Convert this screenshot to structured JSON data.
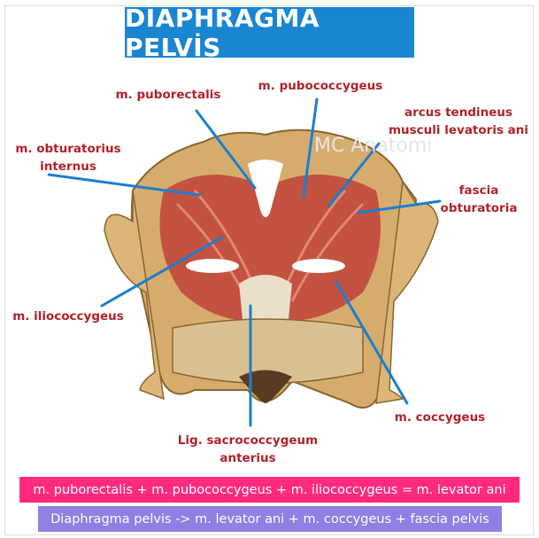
{
  "title": "DİAPHRAGMA PELVİS",
  "watermark": "MC Anatomi",
  "labels": {
    "puborectalis": "m. puborectalis",
    "pubococcygeus": "m. pubococcygeus",
    "arcus_line1": "arcus tendineus",
    "arcus_line2": "musculi levatoris ani",
    "obturatorius_line1": "m. obturatorius",
    "obturatorius_line2": "internus",
    "fascia_line1": "fascia",
    "fascia_line2": "obturatoria",
    "iliococcygeus": "m. iliococcygeus",
    "coccygeus": "m. coccygeus",
    "lig_line1": "Lig. sacrococcygeum",
    "lig_line2": "anterius"
  },
  "summary": {
    "levator_ani": "m. puborectalis + m. pubococcygeus + m. iliococcygeus = m. levator ani",
    "diaphragma": "Diaphragma pelvis -> m. levator ani + m. coccygeus + fascia pelvis"
  },
  "colors": {
    "title_bg": "#1a86d2",
    "label": "#b1222a",
    "pointer": "#1a7fd0",
    "pink": "#ff2a7c",
    "purple": "#8f80e3"
  }
}
